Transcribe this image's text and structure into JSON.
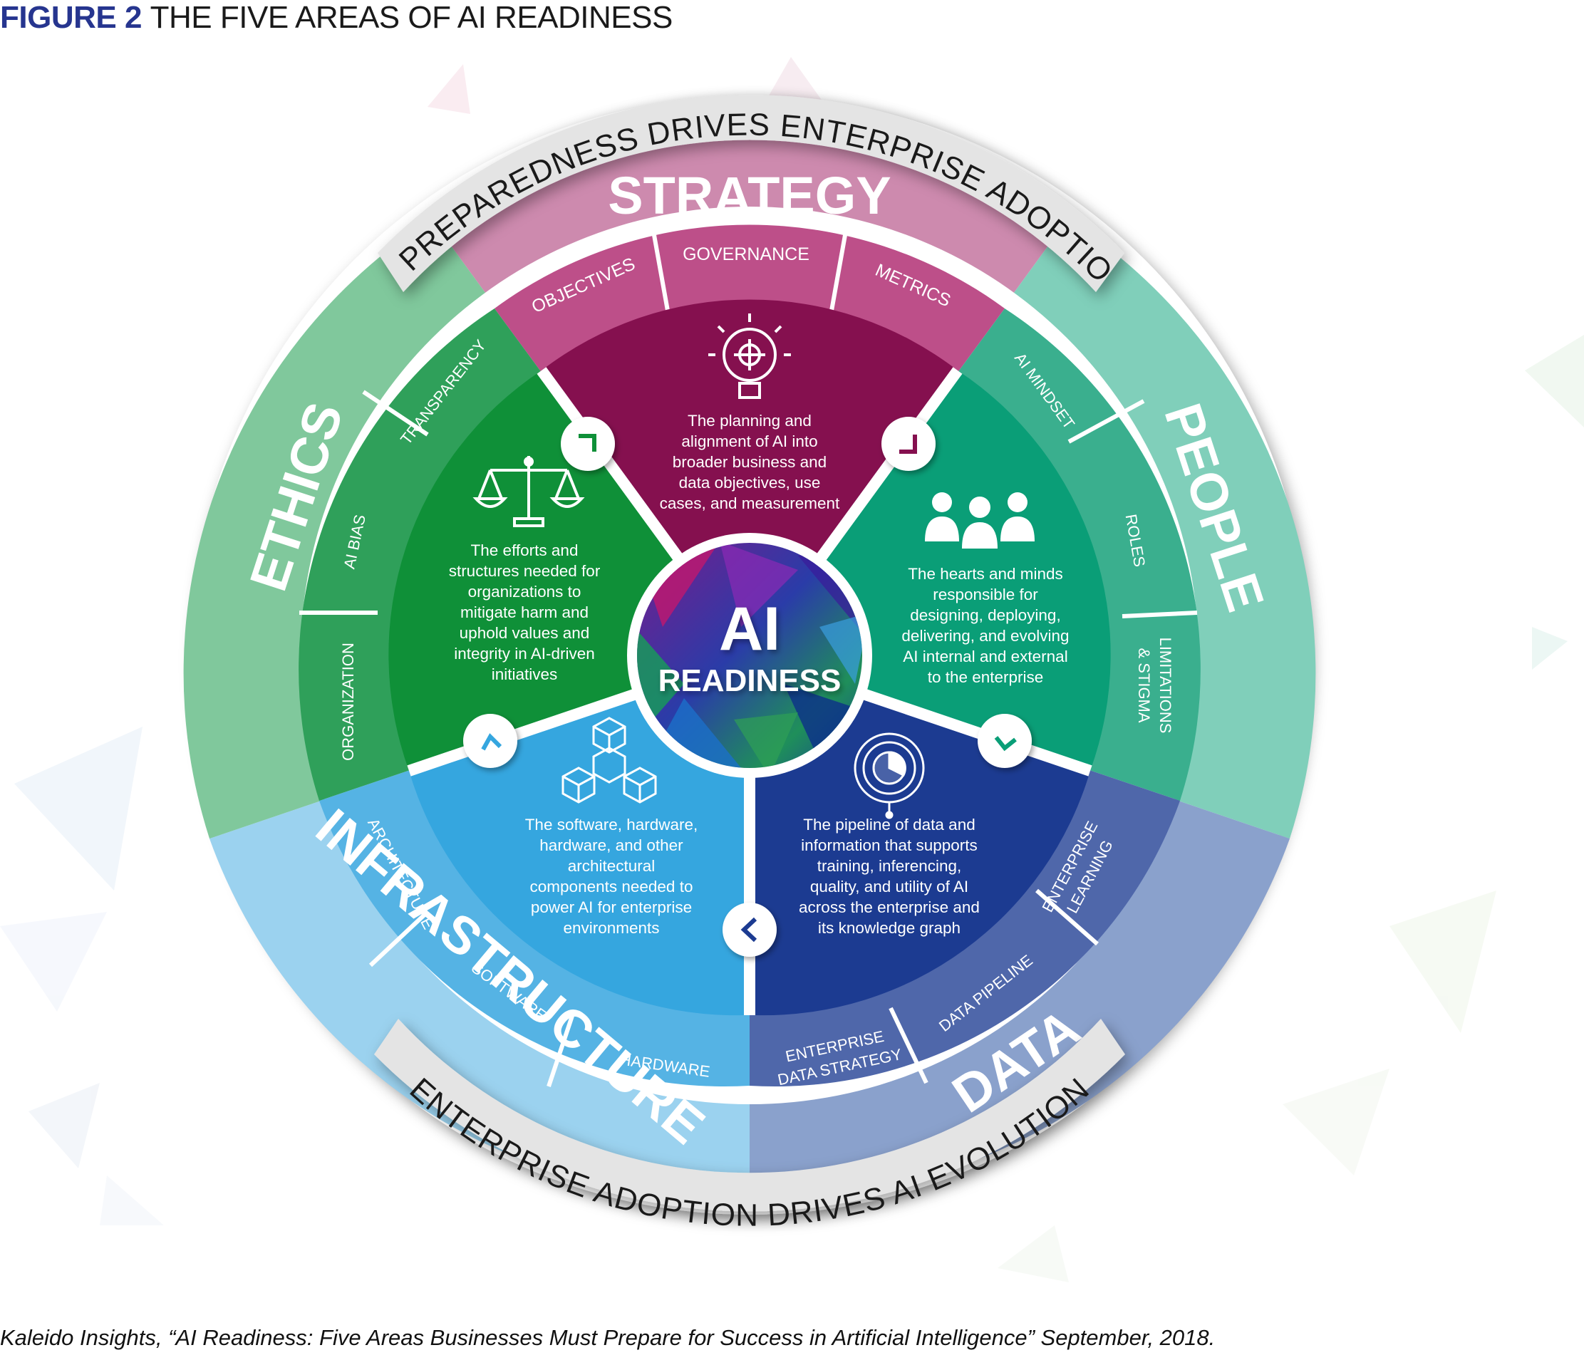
{
  "figure": {
    "number": "FIGURE 2",
    "title": "THE FIVE AREAS OF AI READINESS"
  },
  "center": {
    "line1": "AI",
    "line2": "READINESS"
  },
  "banners": {
    "top": "AI PREPAREDNESS DRIVES ENTERPRISE ADOPTION",
    "bottom": "ENTERPRISE ADOPTION DRIVES AI EVOLUTION"
  },
  "areas": {
    "strategy": {
      "name": "STRATEGY",
      "subs": [
        "OBJECTIVES",
        "GOVERNANCE",
        "METRICS"
      ],
      "desc": [
        "The planning and",
        "alignment of AI into",
        "broader business and",
        "data objectives, use",
        "cases, and measurement"
      ],
      "icon": "lightbulb-icon"
    },
    "people": {
      "name": "PEOPLE",
      "subs": [
        "AI MINDSET",
        "ROLES",
        "LIMITATIONS",
        "& STIGMA"
      ],
      "desc": [
        "The hearts and minds",
        "responsible for",
        "designing, deploying,",
        "delivering, and evolving",
        "AI internal and external",
        "to the enterprise"
      ],
      "icon": "people-icon"
    },
    "data": {
      "name": "DATA",
      "subs": [
        "ENTERPRISE",
        "LEARNING",
        "DATA PIPELINE",
        "ENTERPRISE",
        "DATA STRATEGY"
      ],
      "desc": [
        "The pipeline of data and",
        "information that supports",
        "training, inferencing,",
        "quality, and utility of AI",
        "across the enterprise and",
        "its knowledge graph"
      ],
      "icon": "radar-chart-icon"
    },
    "infrastructure": {
      "name": "INFRASTRUCTURE",
      "subs": [
        "ARCHITECTURE",
        "SOFTWARE",
        "HARDWARE"
      ],
      "desc": [
        "The software, hardware,",
        "hardware, and other",
        "architectural",
        "components needed to",
        "power AI for enterprise",
        "environments"
      ],
      "icon": "cubes-icon"
    },
    "ethics": {
      "name": "ETHICS",
      "subs": [
        "TRANSPARENCY",
        "AI BIAS",
        "ORGANIZATION"
      ],
      "desc": [
        "The efforts and",
        "structures needed for",
        "organizations to",
        "mitigate harm and",
        "uphold values and",
        "integrity in AI-driven",
        "initiatives"
      ],
      "icon": "scales-icon"
    }
  },
  "colors": {
    "strategy_outer": "#cd8aae",
    "strategy_mid": "#bd4f89",
    "strategy_inner": "#85104f",
    "people_outer": "#80cfba",
    "people_mid": "#3aaf8e",
    "people_inner": "#0a9e77",
    "data_outer": "#8aa1cc",
    "data_mid": "#4f67aa",
    "data_inner": "#1c3b91",
    "infra_outer": "#9bd2ef",
    "infra_mid": "#55b3e4",
    "infra_inner": "#35a6df",
    "ethics_outer": "#80c89c",
    "ethics_mid": "#2fa05a",
    "ethics_inner": "#0f9038",
    "banner": "#e4e4e4",
    "title_accent": "#26358f"
  },
  "citation": "Kaleido Insights, “AI Readiness: Five Areas Businesses Must Prepare for Success in Artificial Intelligence” September, 2018."
}
